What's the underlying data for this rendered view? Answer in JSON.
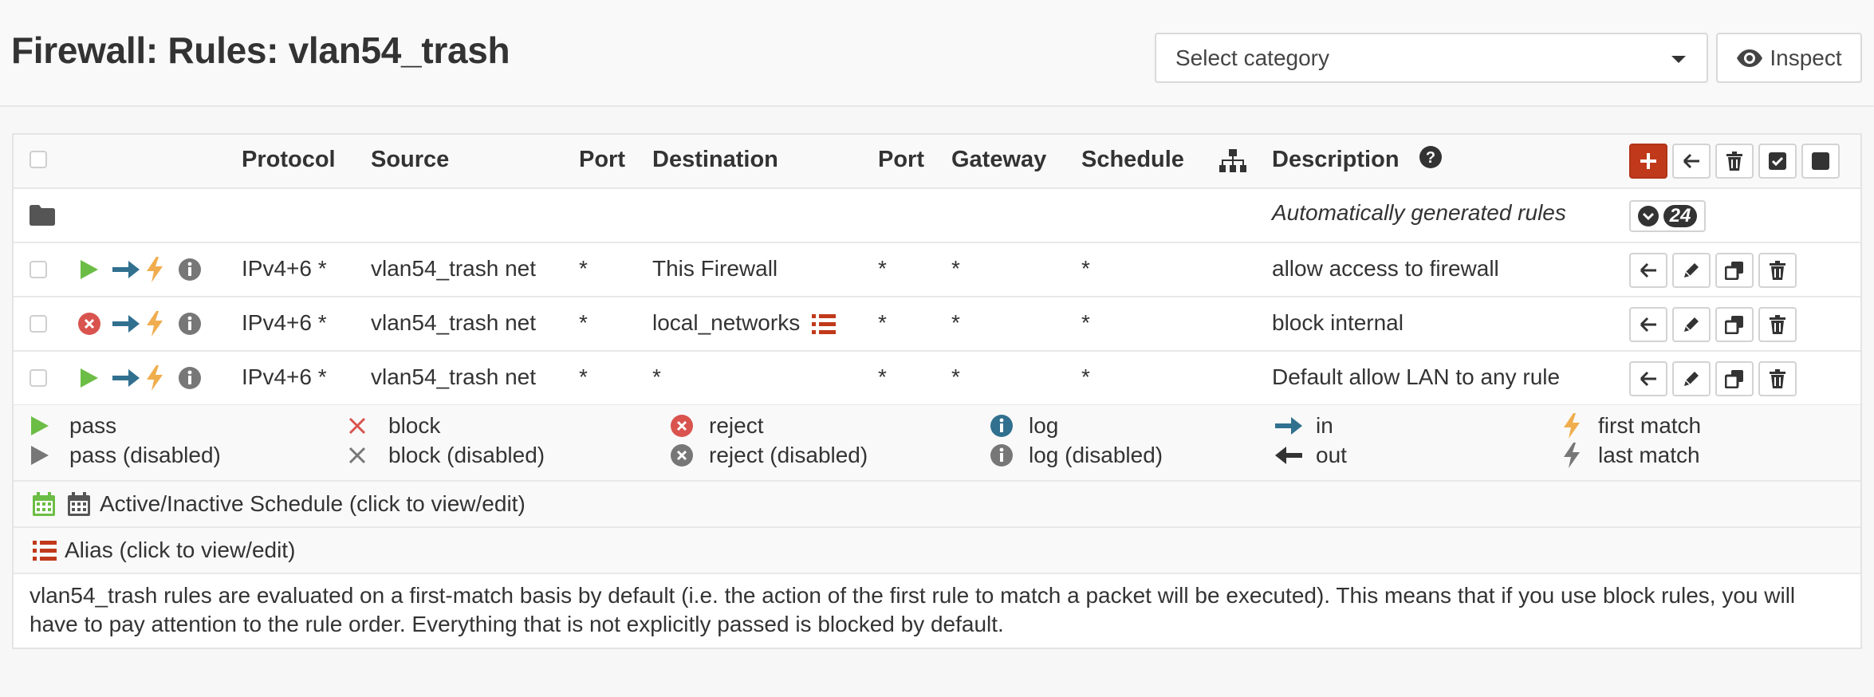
{
  "header": {
    "title": "Firewall: Rules: vlan54_trash",
    "category_select": "Select category",
    "inspect_label": "Inspect"
  },
  "table": {
    "columns": {
      "protocol": "Protocol",
      "source": "Source",
      "port": "Port",
      "destination": "Destination",
      "dest_port": "Port",
      "gateway": "Gateway",
      "schedule": "Schedule",
      "description": "Description"
    },
    "auto_group": {
      "description": "Automatically generated rules",
      "count": "24"
    },
    "rows": [
      {
        "action": "pass",
        "protocol": "IPv4+6 *",
        "source": "vlan54_trash net",
        "port": "*",
        "destination": "This Firewall",
        "dest_port": "*",
        "gateway": "*",
        "schedule": "*",
        "description": "allow access to firewall"
      },
      {
        "action": "reject",
        "protocol": "IPv4+6 *",
        "source": "vlan54_trash net",
        "port": "*",
        "destination": "local_networks",
        "dest_port": "*",
        "gateway": "*",
        "schedule": "*",
        "description": "block internal"
      },
      {
        "action": "pass",
        "protocol": "IPv4+6 *",
        "source": "vlan54_trash net",
        "port": "*",
        "destination": "*",
        "dest_port": "*",
        "gateway": "*",
        "schedule": "*",
        "description": "Default allow LAN to any rule"
      }
    ]
  },
  "legend": {
    "pass": "pass",
    "pass_disabled": "pass (disabled)",
    "block": "block",
    "block_disabled": "block (disabled)",
    "reject": "reject",
    "reject_disabled": "reject (disabled)",
    "log": "log",
    "log_disabled": "log (disabled)",
    "in": "in",
    "out": "out",
    "first_match": "first match",
    "last_match": "last match",
    "schedule_note": "Active/Inactive Schedule (click to view/edit)",
    "alias_note": "Alias (click to view/edit)"
  },
  "footer_note": "vlan54_trash rules are evaluated on a first-match basis by default (i.e. the action of the first rule to match a packet will be executed). This means that if you use block rules, you will have to pay attention to the rule order. Everything that is not explicitly passed is blocked by default.",
  "colors": {
    "accent": "#c0391b",
    "pass": "#6cbd45",
    "reject": "#d9534f",
    "info": "#31708f",
    "lightning": "#f0ad4e",
    "arrow_in": "#31708f"
  },
  "icons": [
    "eye-icon",
    "sitemap-icon",
    "question-icon",
    "folder-icon",
    "plus-icon",
    "arrow-left-icon",
    "trash-icon",
    "check-square-icon",
    "square-icon",
    "chevron-down-icon",
    "play-icon",
    "times-circle-icon",
    "arrow-right-icon",
    "bolt-icon",
    "info-icon",
    "pencil-icon",
    "clone-icon",
    "list-icon",
    "calendar-icon"
  ]
}
